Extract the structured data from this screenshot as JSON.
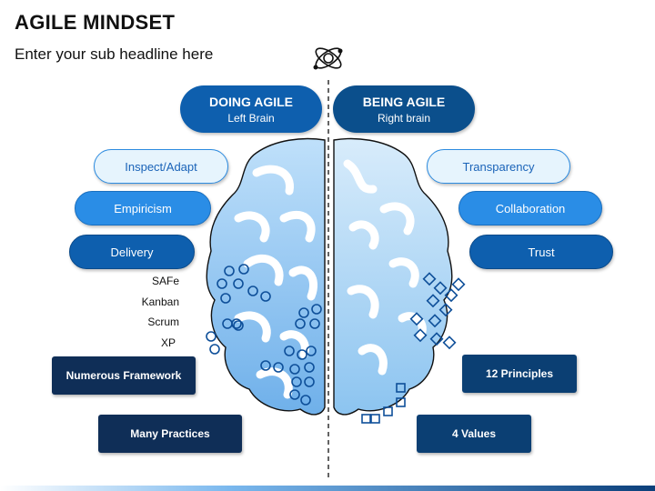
{
  "title": "AGILE MINDSET",
  "subtitle": "Enter your sub headline here",
  "left_header": {
    "title": "DOING AGILE",
    "sub": "Left Brain"
  },
  "right_header": {
    "title": "BEING AGILE",
    "sub": "Right brain"
  },
  "left_tags": [
    "Inspect/Adapt",
    "Empiricism",
    "Delivery"
  ],
  "right_tags": [
    "Transparency",
    "Collaboration",
    "Trust"
  ],
  "frameworks": [
    "SAFe",
    "Kanban",
    "Scrum",
    "XP"
  ],
  "left_boxes": [
    "Numerous Framework",
    "Many Practices"
  ],
  "right_boxes": [
    "12 Principles",
    "4 Values"
  ],
  "colors": {
    "header_left": "#0e5fae",
    "header_right": "#0b4f8c",
    "dark_box": "#0f2e57",
    "box_right": "#0b3f73",
    "brain_left": "#6fb0ea",
    "brain_right": "#a8d4f6"
  },
  "icons": [
    "atom-icon"
  ]
}
